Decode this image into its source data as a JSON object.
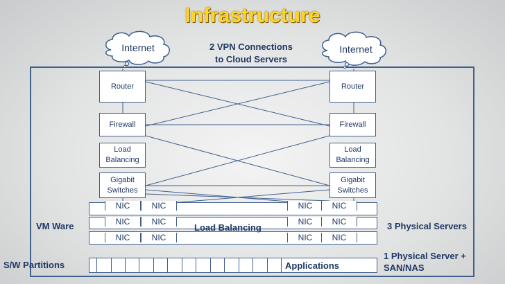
{
  "title": "Infrastructure",
  "clouds": {
    "left_label": "Internet",
    "right_label": "Internet"
  },
  "vpn_note": "2 VPN Connections to Cloud Servers",
  "vpn_note_lines": [
    "2 VPN Connections",
    "to Cloud Servers"
  ],
  "left_stack": {
    "router": "Router",
    "firewall": "Firewall",
    "load_balancing": [
      "Load",
      "Balancing"
    ],
    "gigabit": [
      "Gigabit",
      "Switches"
    ]
  },
  "right_stack": {
    "router": "Router",
    "firewall": "Firewall",
    "load_balancing": [
      "Load",
      "Balancing"
    ],
    "gigabit": [
      "Gigabit",
      "Switches"
    ]
  },
  "nic_label": "NIC",
  "servers": {
    "center_label": "Load Balancing",
    "left_label": "VM Ware",
    "right_label": "3 Physical Servers"
  },
  "partitions": {
    "left_label": "S/W Partitions",
    "center_label": "Applications",
    "right_label_lines": [
      "1 Physical Server  +",
      "SAN/NAS"
    ]
  },
  "colors": {
    "title": "#ffd42a",
    "text": "#1f3864",
    "line": "#3f5e8c",
    "cloud_fill": "#ffffff"
  }
}
